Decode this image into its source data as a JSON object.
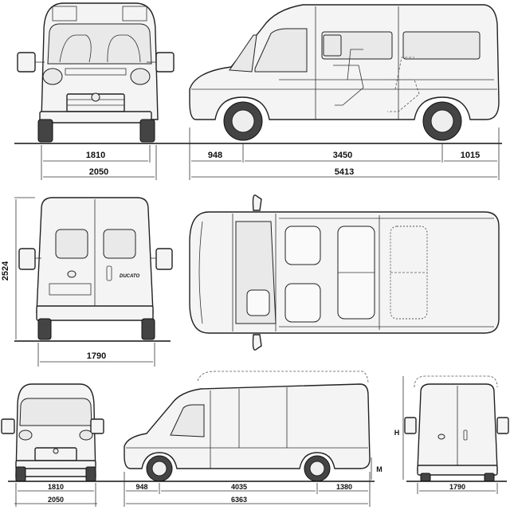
{
  "dimensions": {
    "front_track": "1810",
    "front_width": "2050",
    "front_overhang": "948",
    "wheelbase": "3450",
    "rear_overhang": "1015",
    "overall_length": "5413",
    "height": "2524",
    "rear_track": "1790",
    "small_front_track": "1810",
    "small_front_width": "2050",
    "small_front_overhang": "948",
    "small_wheelbase": "4035",
    "small_rear_overhang": "1380",
    "small_overall_length": "6363",
    "small_rear_track": "1790",
    "label_m": "M",
    "label_h": "H"
  },
  "badges": {
    "model": "DUCATO"
  }
}
